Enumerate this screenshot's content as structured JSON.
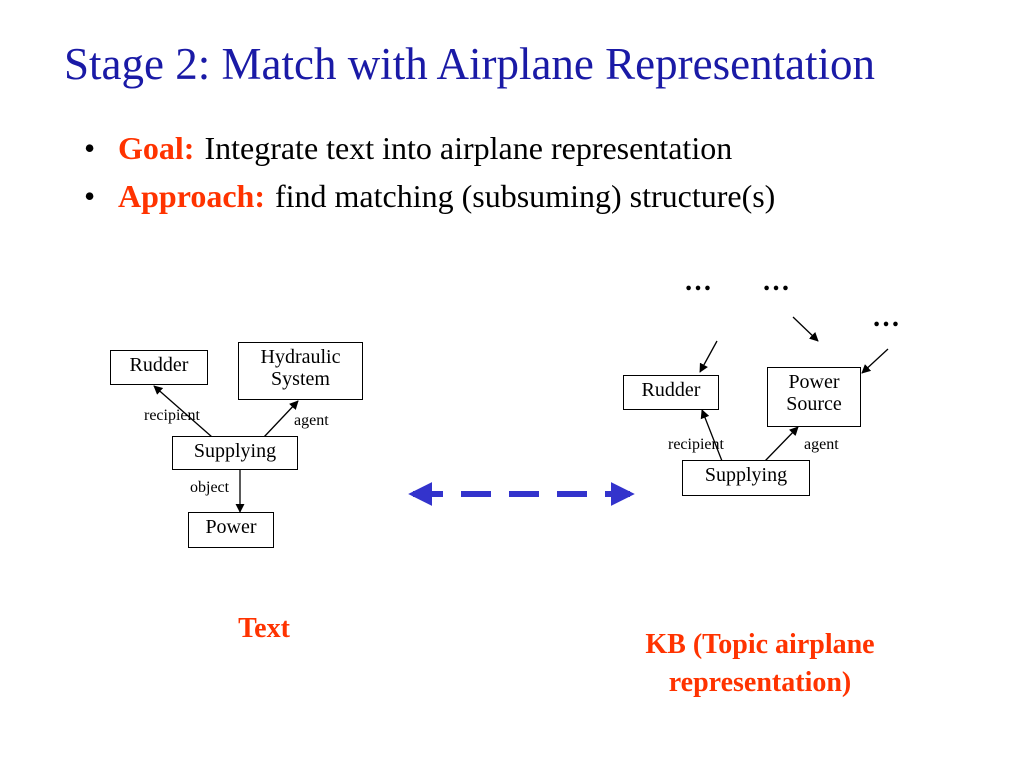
{
  "title": "Stage 2: Match with Airplane Representation",
  "bullets": [
    {
      "lead": "Goal:",
      "text": "Integrate text into airplane representation"
    },
    {
      "lead": "Approach:",
      "text": "find matching (subsuming) structure(s)"
    }
  ],
  "bullet_glyph": "•",
  "text_graph": {
    "nodes": {
      "rudder": "Rudder",
      "hydraulic_line1": "Hydraulic",
      "hydraulic_line2": "System",
      "supplying": "Supplying",
      "power": "Power"
    },
    "edges": {
      "recipient": "recipient",
      "agent": "agent",
      "object": "object"
    },
    "caption": "Text"
  },
  "kb_graph": {
    "nodes": {
      "rudder": "Rudder",
      "power_line1": "Power",
      "power_line2": "Source",
      "supplying": "Supplying"
    },
    "edges": {
      "recipient": "recipient",
      "agent": "agent"
    },
    "ellipses": [
      "…",
      "…",
      "…"
    ],
    "caption_line1": "KB (Topic airplane",
    "caption_line2": "representation)"
  },
  "colors": {
    "title": "#1a1aa6",
    "accent": "#ff3300",
    "arrow": "#3333cc"
  }
}
